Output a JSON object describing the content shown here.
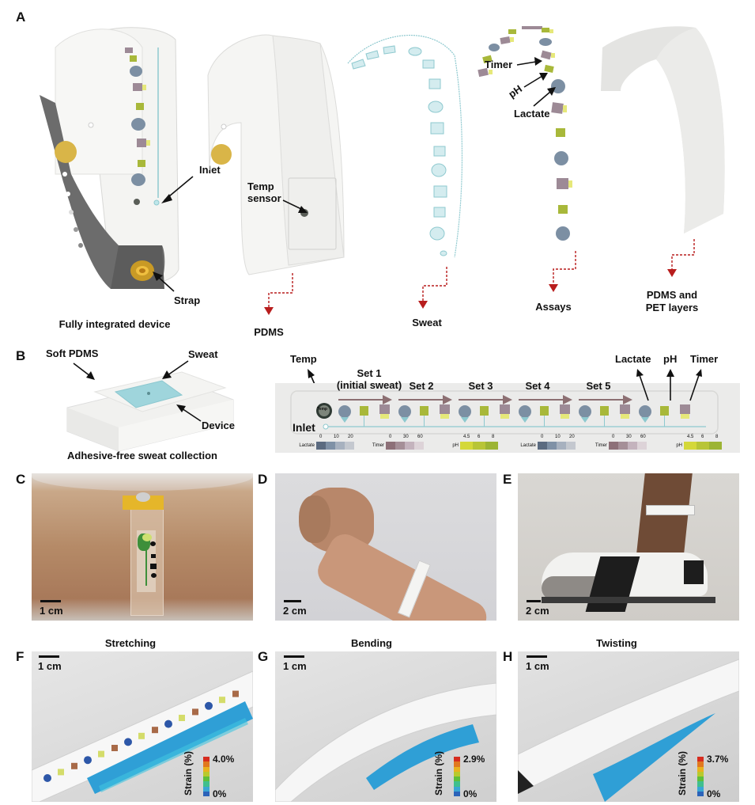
{
  "figure": {
    "panels": {
      "A": {
        "label": "A",
        "annotations": {
          "inlet": "Inlet",
          "strap": "Strap",
          "temp_sensor_line1": "Temp",
          "temp_sensor_line2": "sensor",
          "timer": "Timer",
          "ph": "pH",
          "lactate": "Lactate"
        },
        "captions": {
          "device": "Fully integrated device",
          "pdms": "PDMS",
          "sweat": "Sweat",
          "assays": "Assays",
          "layers_line1": "PDMS and",
          "layers_line2": "PET layers"
        }
      },
      "B": {
        "label": "B",
        "left": {
          "soft_pdms": "Soft PDMS",
          "sweat": "Sweat",
          "device": "Device",
          "caption": "Adhesive-free sweat collection"
        },
        "right": {
          "temp": "Temp",
          "temp_small": "Temp",
          "inlet": "Inlet",
          "sets": [
            {
              "line1": "Set 1",
              "line2": "(initial sweat)"
            },
            {
              "line1": "Set 2",
              "line2": ""
            },
            {
              "line1": "Set 3",
              "line2": ""
            },
            {
              "line1": "Set 4",
              "line2": ""
            },
            {
              "line1": "Set 5",
              "line2": ""
            }
          ],
          "top_labels": {
            "lactate": "Lactate",
            "ph": "pH",
            "timer": "Timer"
          },
          "color_scales": [
            {
              "name": "Lactate",
              "ticks": [
                "0",
                "10",
                "20"
              ],
              "colors": [
                "#5b6b80",
                "#7f91a6",
                "#a7b1bf",
                "#c4c8cf"
              ]
            },
            {
              "name": "Timer",
              "ticks": [
                "0",
                "30",
                "60"
              ],
              "colors": [
                "#8d7078",
                "#a58f97",
                "#c4b3bd",
                "#ddd3d8"
              ]
            },
            {
              "name": "pH",
              "ticks": [
                "4.5",
                "6",
                "8"
              ],
              "colors": [
                "#d4d83a",
                "#b8c537",
                "#9cb434"
              ]
            },
            {
              "name": "Lactate",
              "ticks": [
                "0",
                "10",
                "20"
              ],
              "colors": [
                "#5b6b80",
                "#7f91a6",
                "#a7b1bf",
                "#c4c8cf"
              ]
            },
            {
              "name": "Timer",
              "ticks": [
                "0",
                "30",
                "60"
              ],
              "colors": [
                "#8d7078",
                "#a58f97",
                "#c4b3bd",
                "#ddd3d8"
              ]
            },
            {
              "name": "pH",
              "ticks": [
                "4.5",
                "6",
                "8"
              ],
              "colors": [
                "#d4d83a",
                "#b8c537",
                "#9cb434"
              ]
            }
          ]
        }
      },
      "C": {
        "label": "C",
        "scale_bar": "1 cm"
      },
      "D": {
        "label": "D",
        "scale_bar": "2 cm"
      },
      "E": {
        "label": "E",
        "scale_bar": "2 cm"
      },
      "F": {
        "label": "F",
        "title": "Stretching",
        "scale_bar": "1 cm",
        "strain_axis": "Strain (%)",
        "strain_max": "4.0%",
        "strain_min": "0%"
      },
      "G": {
        "label": "G",
        "title": "Bending",
        "scale_bar": "1 cm",
        "strain_axis": "Strain (%)",
        "strain_max": "2.9%",
        "strain_min": "0%"
      },
      "H": {
        "label": "H",
        "title": "Twisting",
        "scale_bar": "1 cm",
        "strain_axis": "Strain (%)",
        "strain_max": "3.7%",
        "strain_min": "0%"
      }
    },
    "colors": {
      "lactate_assay": "#7c8fa3",
      "ph_assay": "#a8b83a",
      "timer_assay": "#9d8a96",
      "timer_reservoir": "#e6e87a",
      "channel": "#8ec9cf",
      "arrow_red": "#b81d1d",
      "gold": "#d9b548",
      "strap_gray": "#6a6a6a"
    }
  }
}
